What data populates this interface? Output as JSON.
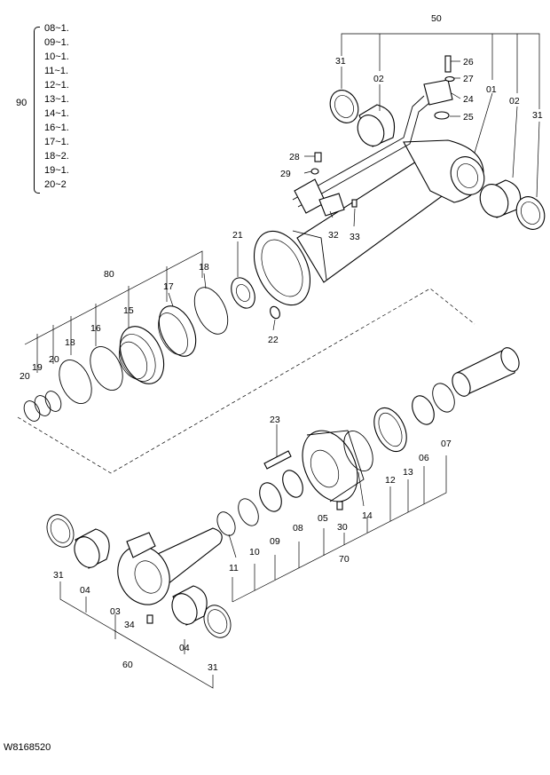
{
  "kit": {
    "number": "90",
    "items": [
      "08~1.",
      "09~1.",
      "10~1.",
      "11~1.",
      "12~1.",
      "13~1.",
      "14~1.",
      "16~1.",
      "17~1.",
      "18~2.",
      "19~1.",
      "20~2"
    ]
  },
  "callouts": {
    "c50": "50",
    "c31a": "31",
    "c02a": "02",
    "c26": "26",
    "c27": "27",
    "c24": "24",
    "c01": "01",
    "c02b": "02",
    "c31b": "31",
    "c25": "25",
    "c28": "28",
    "c29": "29",
    "c32": "32",
    "c33": "33",
    "c21": "21",
    "c80": "80",
    "c18a": "18",
    "c17": "17",
    "c15": "15",
    "c16": "16",
    "c18b": "18",
    "c20a": "20",
    "c19": "19",
    "c20b": "20",
    "c22": "22",
    "c23": "23",
    "c14": "14",
    "c12": "12",
    "c13": "13",
    "c06": "06",
    "c07": "07",
    "c05": "05",
    "c30": "30",
    "c08": "08",
    "c09": "09",
    "c10": "10",
    "c11": "11",
    "c70": "70",
    "c31c": "31",
    "c04a": "04",
    "c03": "03",
    "c34": "34",
    "c60": "60",
    "c04b": "04",
    "c31d": "31"
  },
  "drawing_number": "W8168520"
}
